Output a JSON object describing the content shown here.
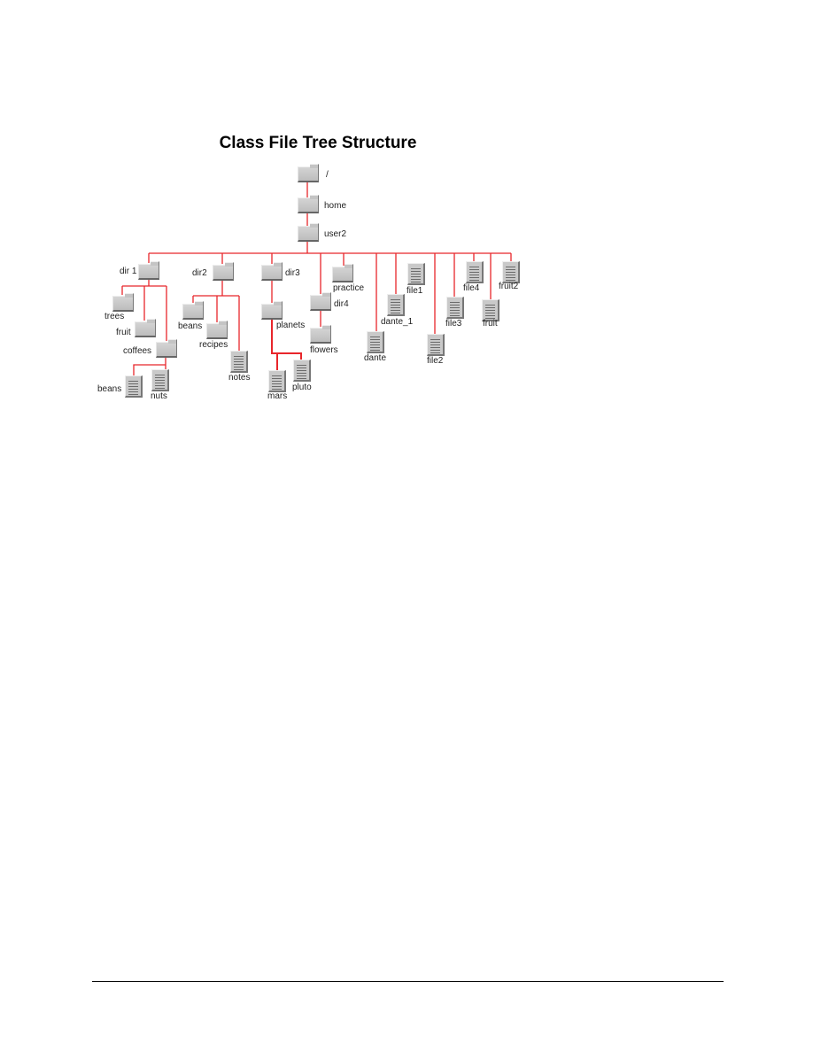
{
  "title": "Class File Tree Structure",
  "colors": {
    "connector": "#e8262b",
    "icon": "#c4c4c4"
  },
  "nodes": [
    {
      "label": "/",
      "type": "folder"
    },
    {
      "label": "home",
      "type": "folder"
    },
    {
      "label": "user2",
      "type": "folder"
    },
    {
      "label": "dir 1",
      "type": "folder"
    },
    {
      "label": "trees",
      "type": "folder"
    },
    {
      "label": "fruit",
      "type": "folder"
    },
    {
      "label": "coffees",
      "type": "folder"
    },
    {
      "label": "beans",
      "type": "file"
    },
    {
      "label": "nuts",
      "type": "file"
    },
    {
      "label": "dir2",
      "type": "folder"
    },
    {
      "label": "beans",
      "type": "folder"
    },
    {
      "label": "recipes",
      "type": "folder"
    },
    {
      "label": "notes",
      "type": "file"
    },
    {
      "label": "dir3",
      "type": "folder"
    },
    {
      "label": "planets",
      "type": "folder"
    },
    {
      "label": "mars",
      "type": "file"
    },
    {
      "label": "pluto",
      "type": "file"
    },
    {
      "label": "dir4",
      "type": "folder"
    },
    {
      "label": "flowers",
      "type": "folder"
    },
    {
      "label": "practice",
      "type": "folder"
    },
    {
      "label": "dante",
      "type": "file"
    },
    {
      "label": "dante_1",
      "type": "file"
    },
    {
      "label": "file1",
      "type": "file"
    },
    {
      "label": "file2",
      "type": "file"
    },
    {
      "label": "file3",
      "type": "file"
    },
    {
      "label": "file4",
      "type": "file"
    },
    {
      "label": "fruit",
      "type": "file"
    },
    {
      "label": "fruit2",
      "type": "file"
    }
  ]
}
